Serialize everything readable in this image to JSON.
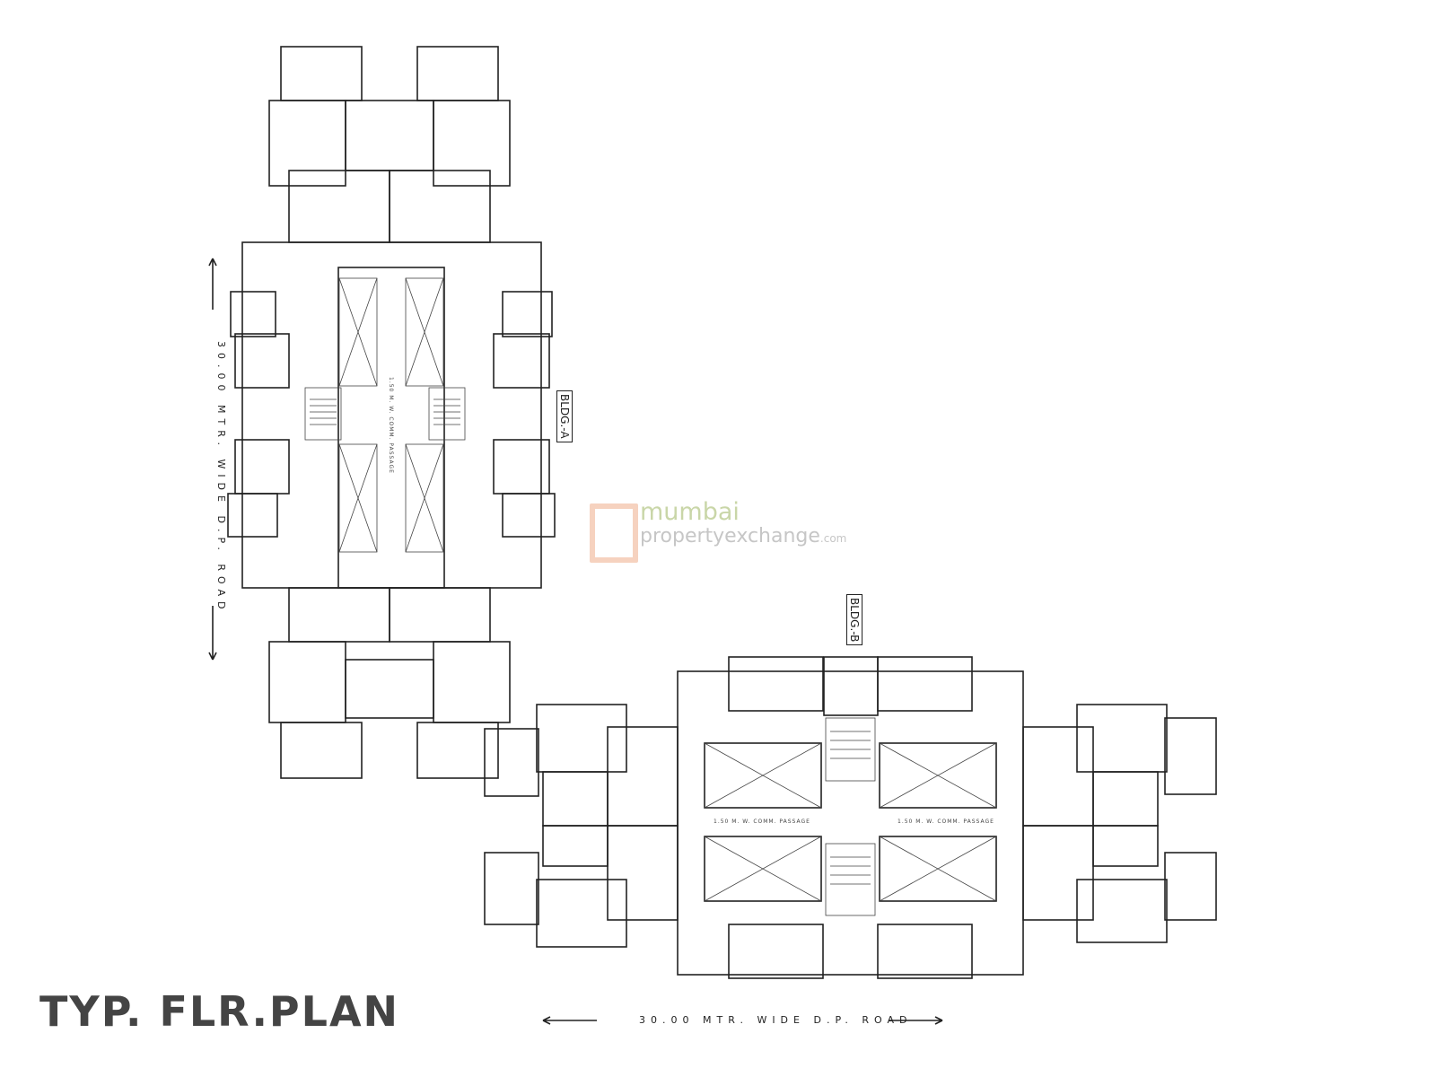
{
  "title": "TYP. FLR.PLAN",
  "road_bottom": "30.00 MTR. WIDE D.P. ROAD",
  "road_left": "30.00 MTR. WIDE D.P. ROAD",
  "building_a_label": "BLDG.-A",
  "building_b_label": "BLDG.-B",
  "passage_left": "1.50 M. W. COMM. PASSAGE",
  "passage_right": "1.50 M. W. COMM. PASSAGE",
  "passage_a": "1.50 M. W. COMM. PASSAGE",
  "watermark": {
    "line1": "mumbai",
    "line2": "propertyexchange",
    "suffix": ".com",
    "colors": {
      "box": "#f6d2bf",
      "mumbai": "#c9d6a8",
      "text": "#c6c6c6"
    }
  }
}
